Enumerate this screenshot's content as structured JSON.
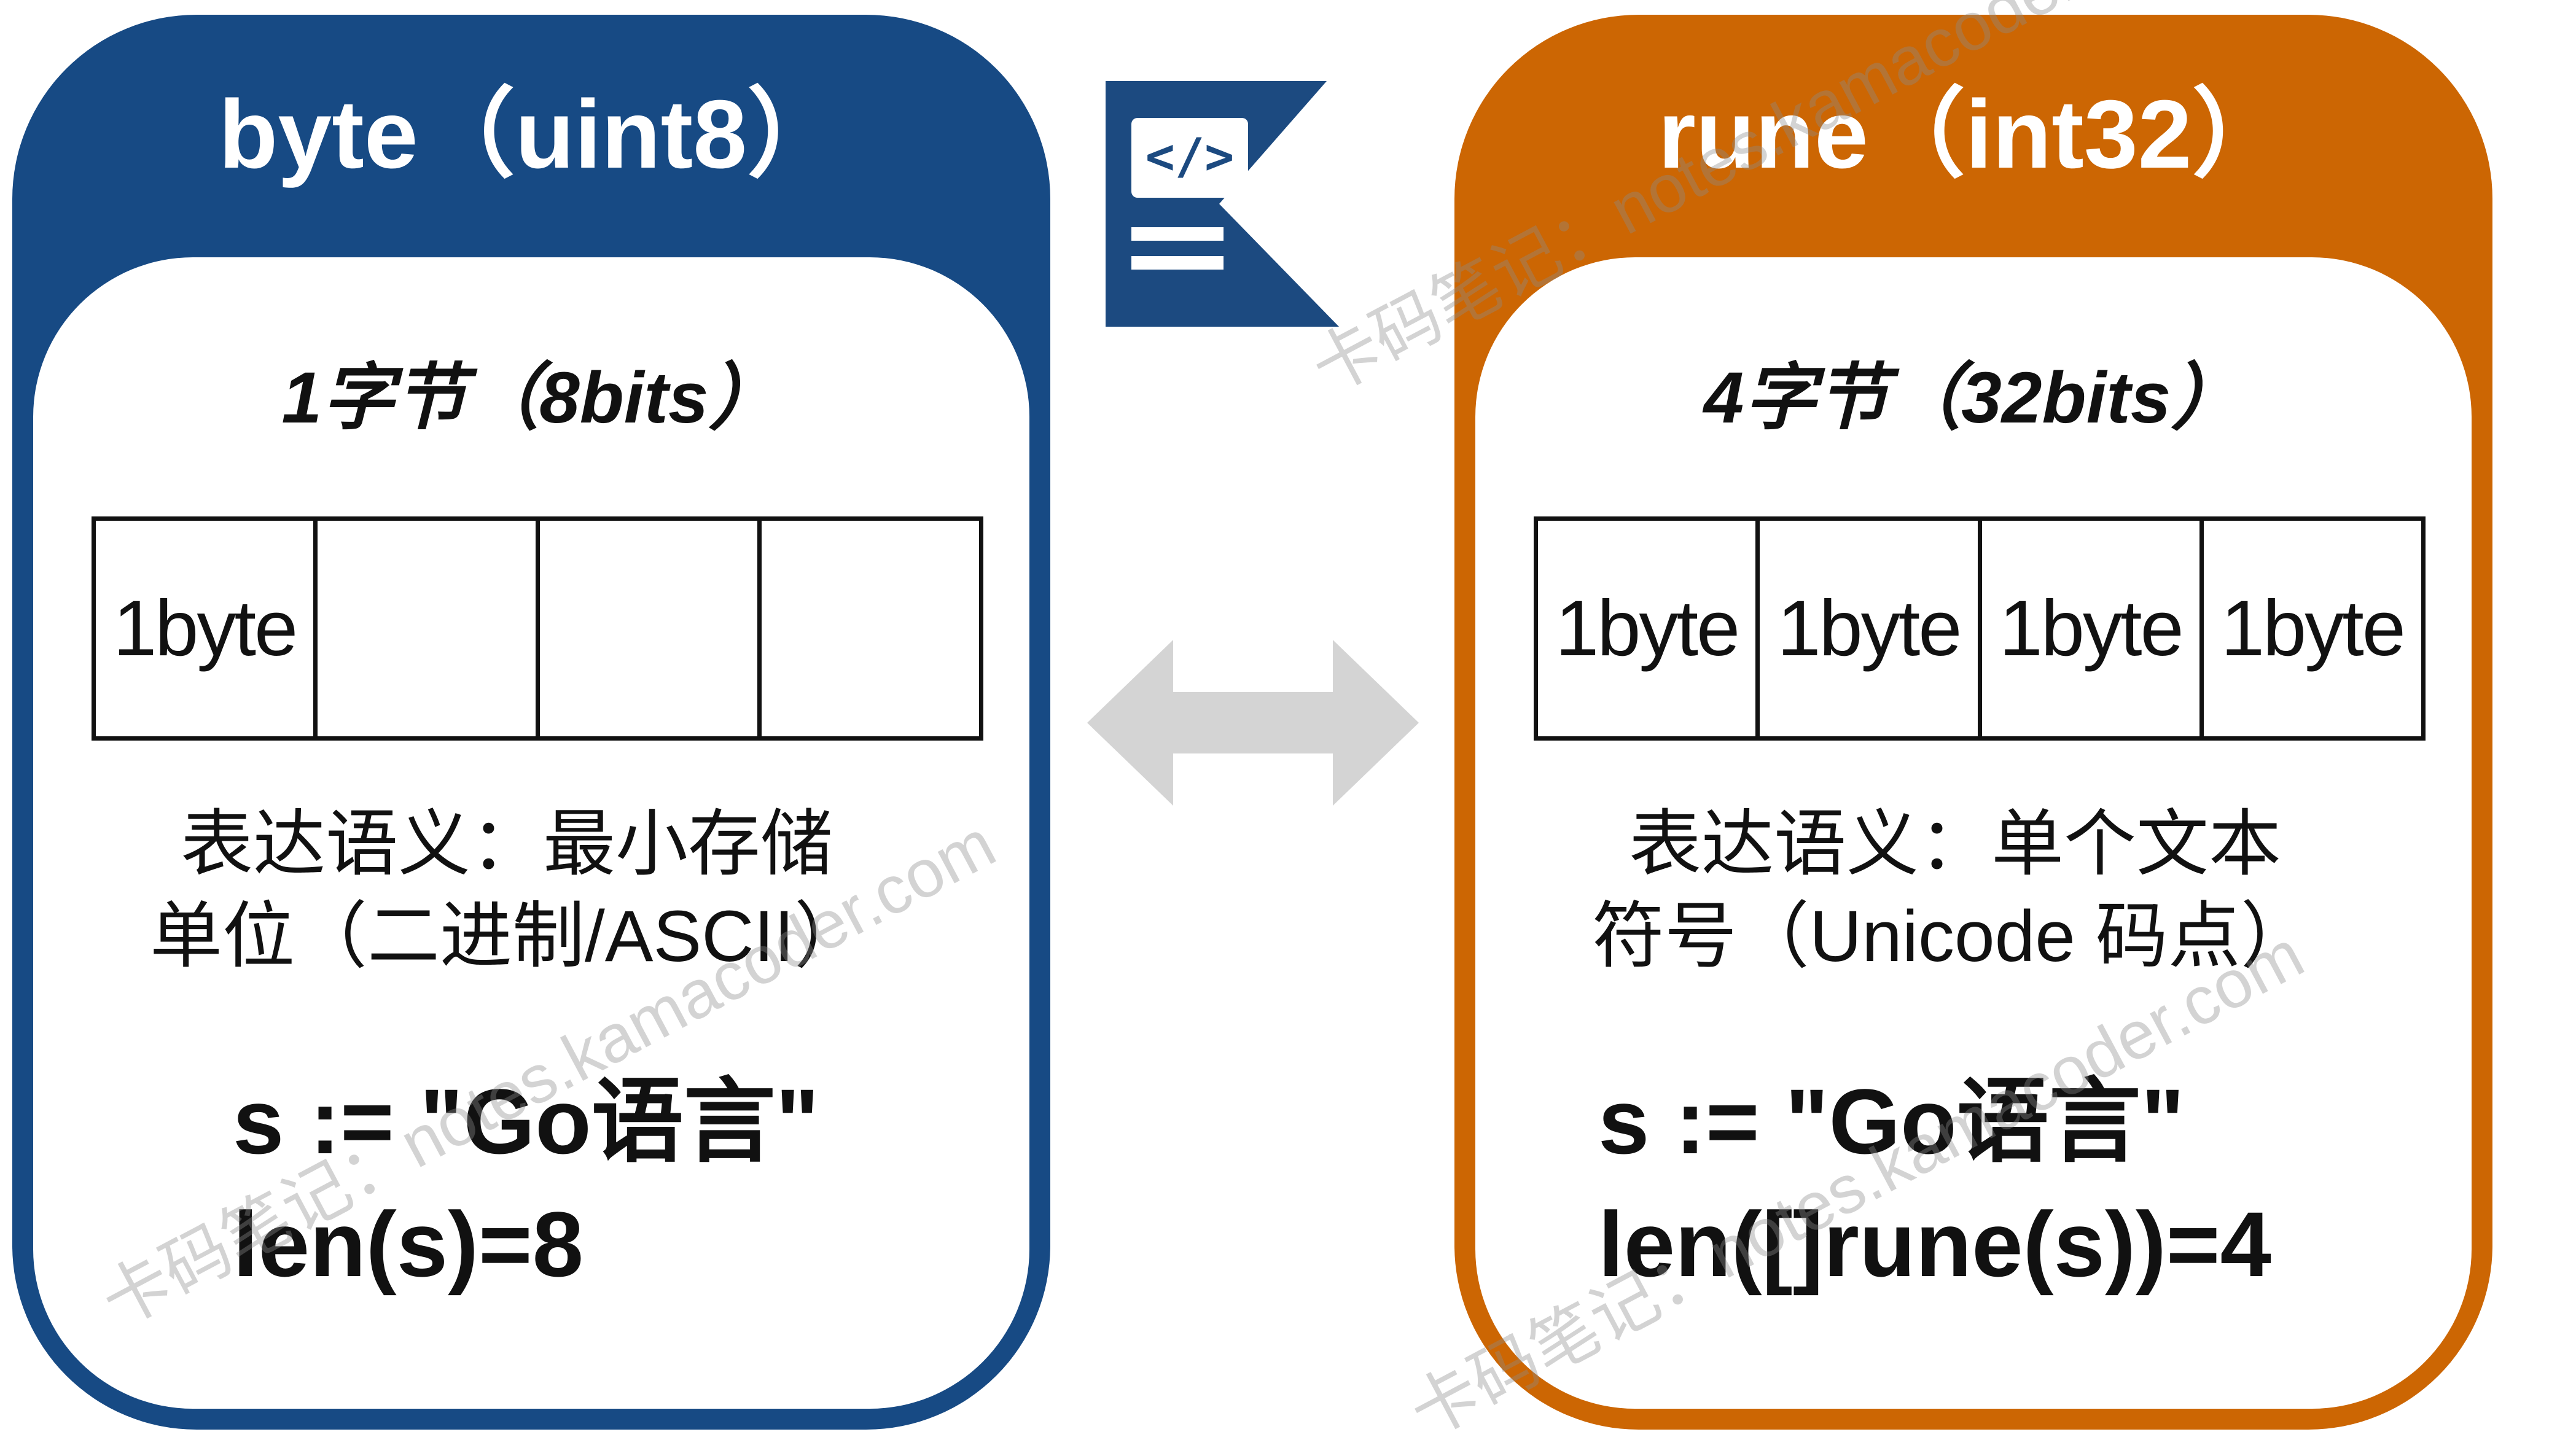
{
  "left_panel": {
    "title": "byte（uint8）",
    "size_label": "1字节（8bits）",
    "cells": [
      "1byte",
      "",
      "",
      ""
    ],
    "semantic_line1": "表达语义：最小存储",
    "semantic_line2": "单位（二进制/ASCII）",
    "code_line1": "s := \"Go语言\"",
    "code_line2": "len(s)=8",
    "color": "#174a84"
  },
  "right_panel": {
    "title": "rune（int32）",
    "size_label": "4字节（32bits）",
    "cells": [
      "1byte",
      "1byte",
      "1byte",
      "1byte"
    ],
    "semantic_line1": "表达语义：单个文本",
    "semantic_line2": "符号（Unicode 码点）",
    "code_line1": "s := \"Go语言\"",
    "code_line2": "len([]rune(s))=4",
    "color": "#cc6603"
  },
  "watermark_text": "卡码笔记：notes.kamacoder.com",
  "logo_icon": "code-document-k-logo-icon",
  "arrow_icon": "double-arrow-icon"
}
